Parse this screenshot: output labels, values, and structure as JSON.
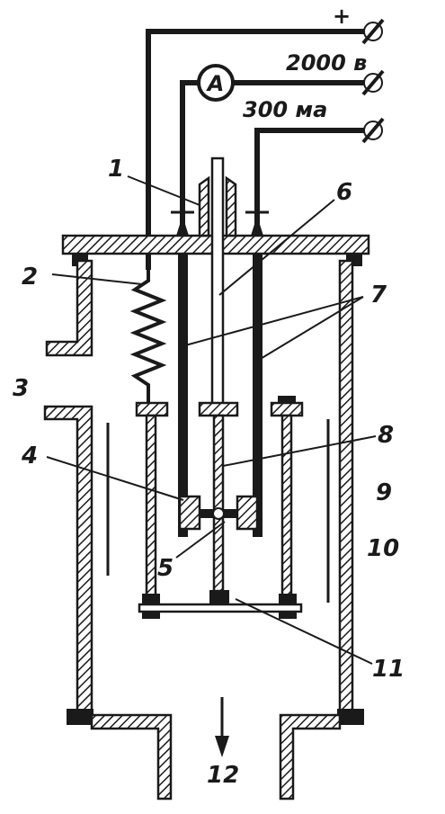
{
  "supply": {
    "plus_sign": "+",
    "voltage": "2000 в",
    "current": "300 ма",
    "ammeter_letter": "A",
    "terminal_glyph": "⌀"
  },
  "labels": [
    "1",
    "2",
    "3",
    "4",
    "5",
    "6",
    "7",
    "8",
    "9",
    "10",
    "11",
    "12"
  ]
}
